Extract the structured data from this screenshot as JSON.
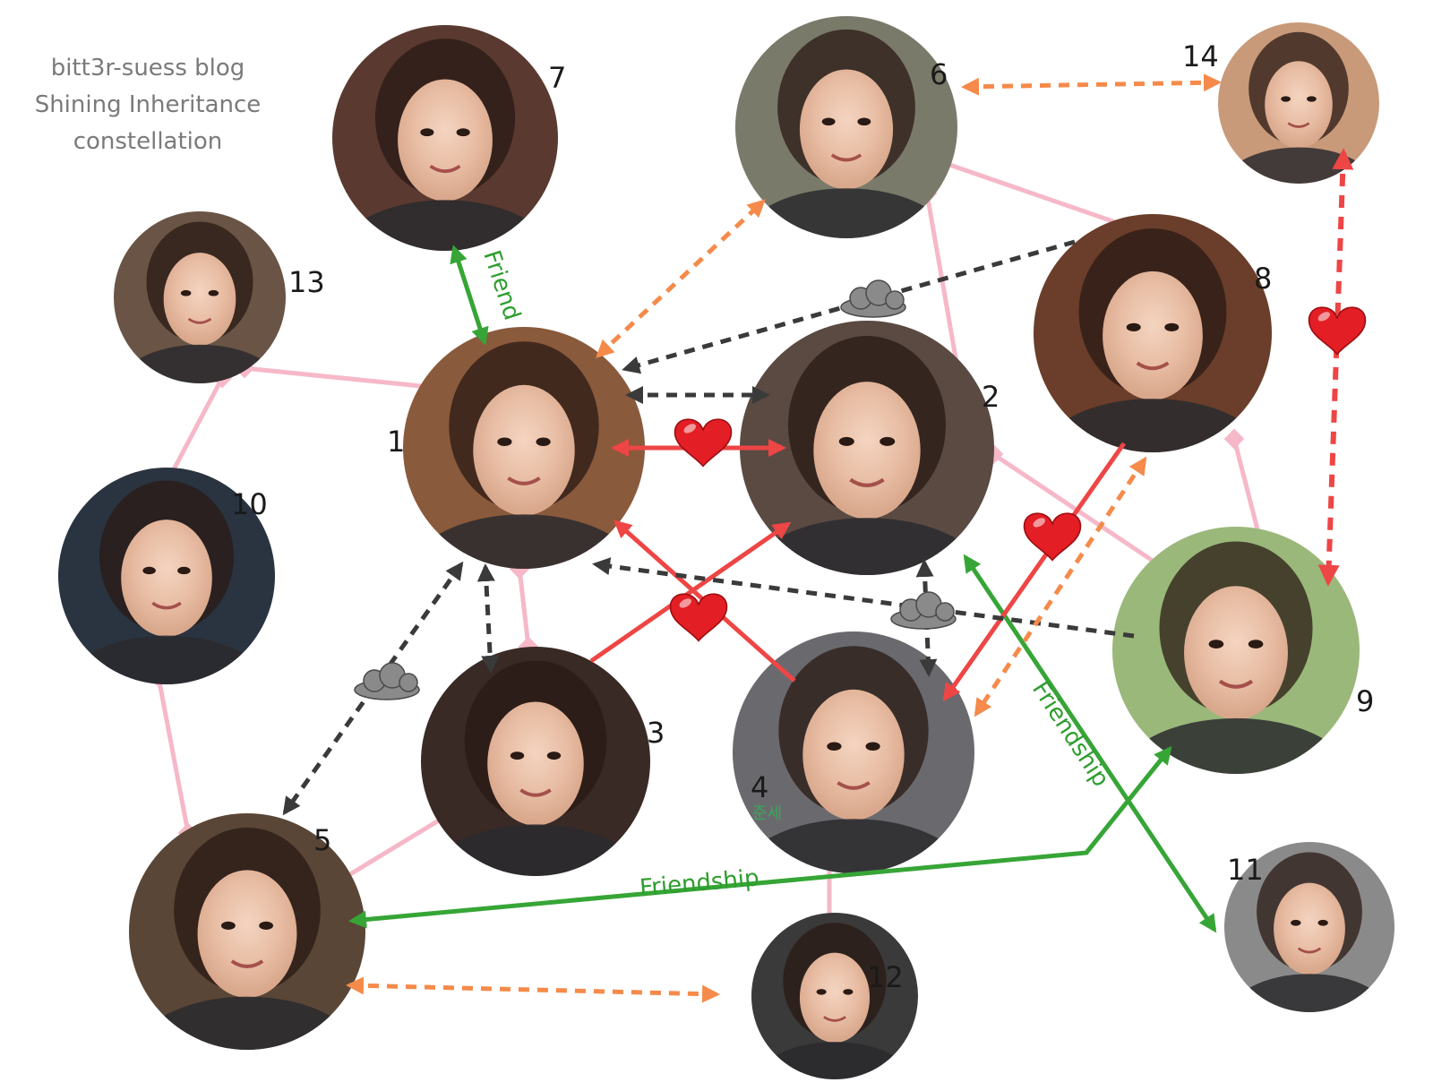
{
  "caption": {
    "line1": "bitt3r-suess blog",
    "line2": "Shining Inheritance",
    "line3": "constellation"
  },
  "colors": {
    "family": "#f6b8c8",
    "friendship": "#36a536",
    "love": "#ee4545",
    "conflict": "#3a3a3a",
    "acquaintance": "#f58a4a",
    "heart": "#e31e24",
    "cloud": "#8a8a8a"
  },
  "people": [
    {
      "id": "1",
      "label": "1",
      "tone": "#8a5a3c"
    },
    {
      "id": "2",
      "label": "2",
      "tone": "#5a4a42"
    },
    {
      "id": "3",
      "label": "3",
      "tone": "#3a2a26"
    },
    {
      "id": "4",
      "label": "4",
      "tone": "#6a6a6e"
    },
    {
      "id": "5",
      "label": "5",
      "tone": "#5a4636"
    },
    {
      "id": "6",
      "label": "6",
      "tone": "#7a7a6a"
    },
    {
      "id": "7",
      "label": "7",
      "tone": "#5a3a30"
    },
    {
      "id": "8",
      "label": "8",
      "tone": "#6a3e2a"
    },
    {
      "id": "9",
      "label": "9",
      "tone": "#9ab87a"
    },
    {
      "id": "10",
      "label": "10",
      "tone": "#2a3440"
    },
    {
      "id": "11",
      "label": "11",
      "tone": "#8a8a8a"
    },
    {
      "id": "12",
      "label": "12",
      "tone": "#3a3a3a"
    },
    {
      "id": "13",
      "label": "13",
      "tone": "#6a5446"
    },
    {
      "id": "14",
      "label": "14",
      "tone": "#c89a7a"
    }
  ],
  "relations": {
    "friendship_labels": [
      "Friend",
      "Friendship",
      "Friendship"
    ],
    "watermark_text": "준세"
  }
}
